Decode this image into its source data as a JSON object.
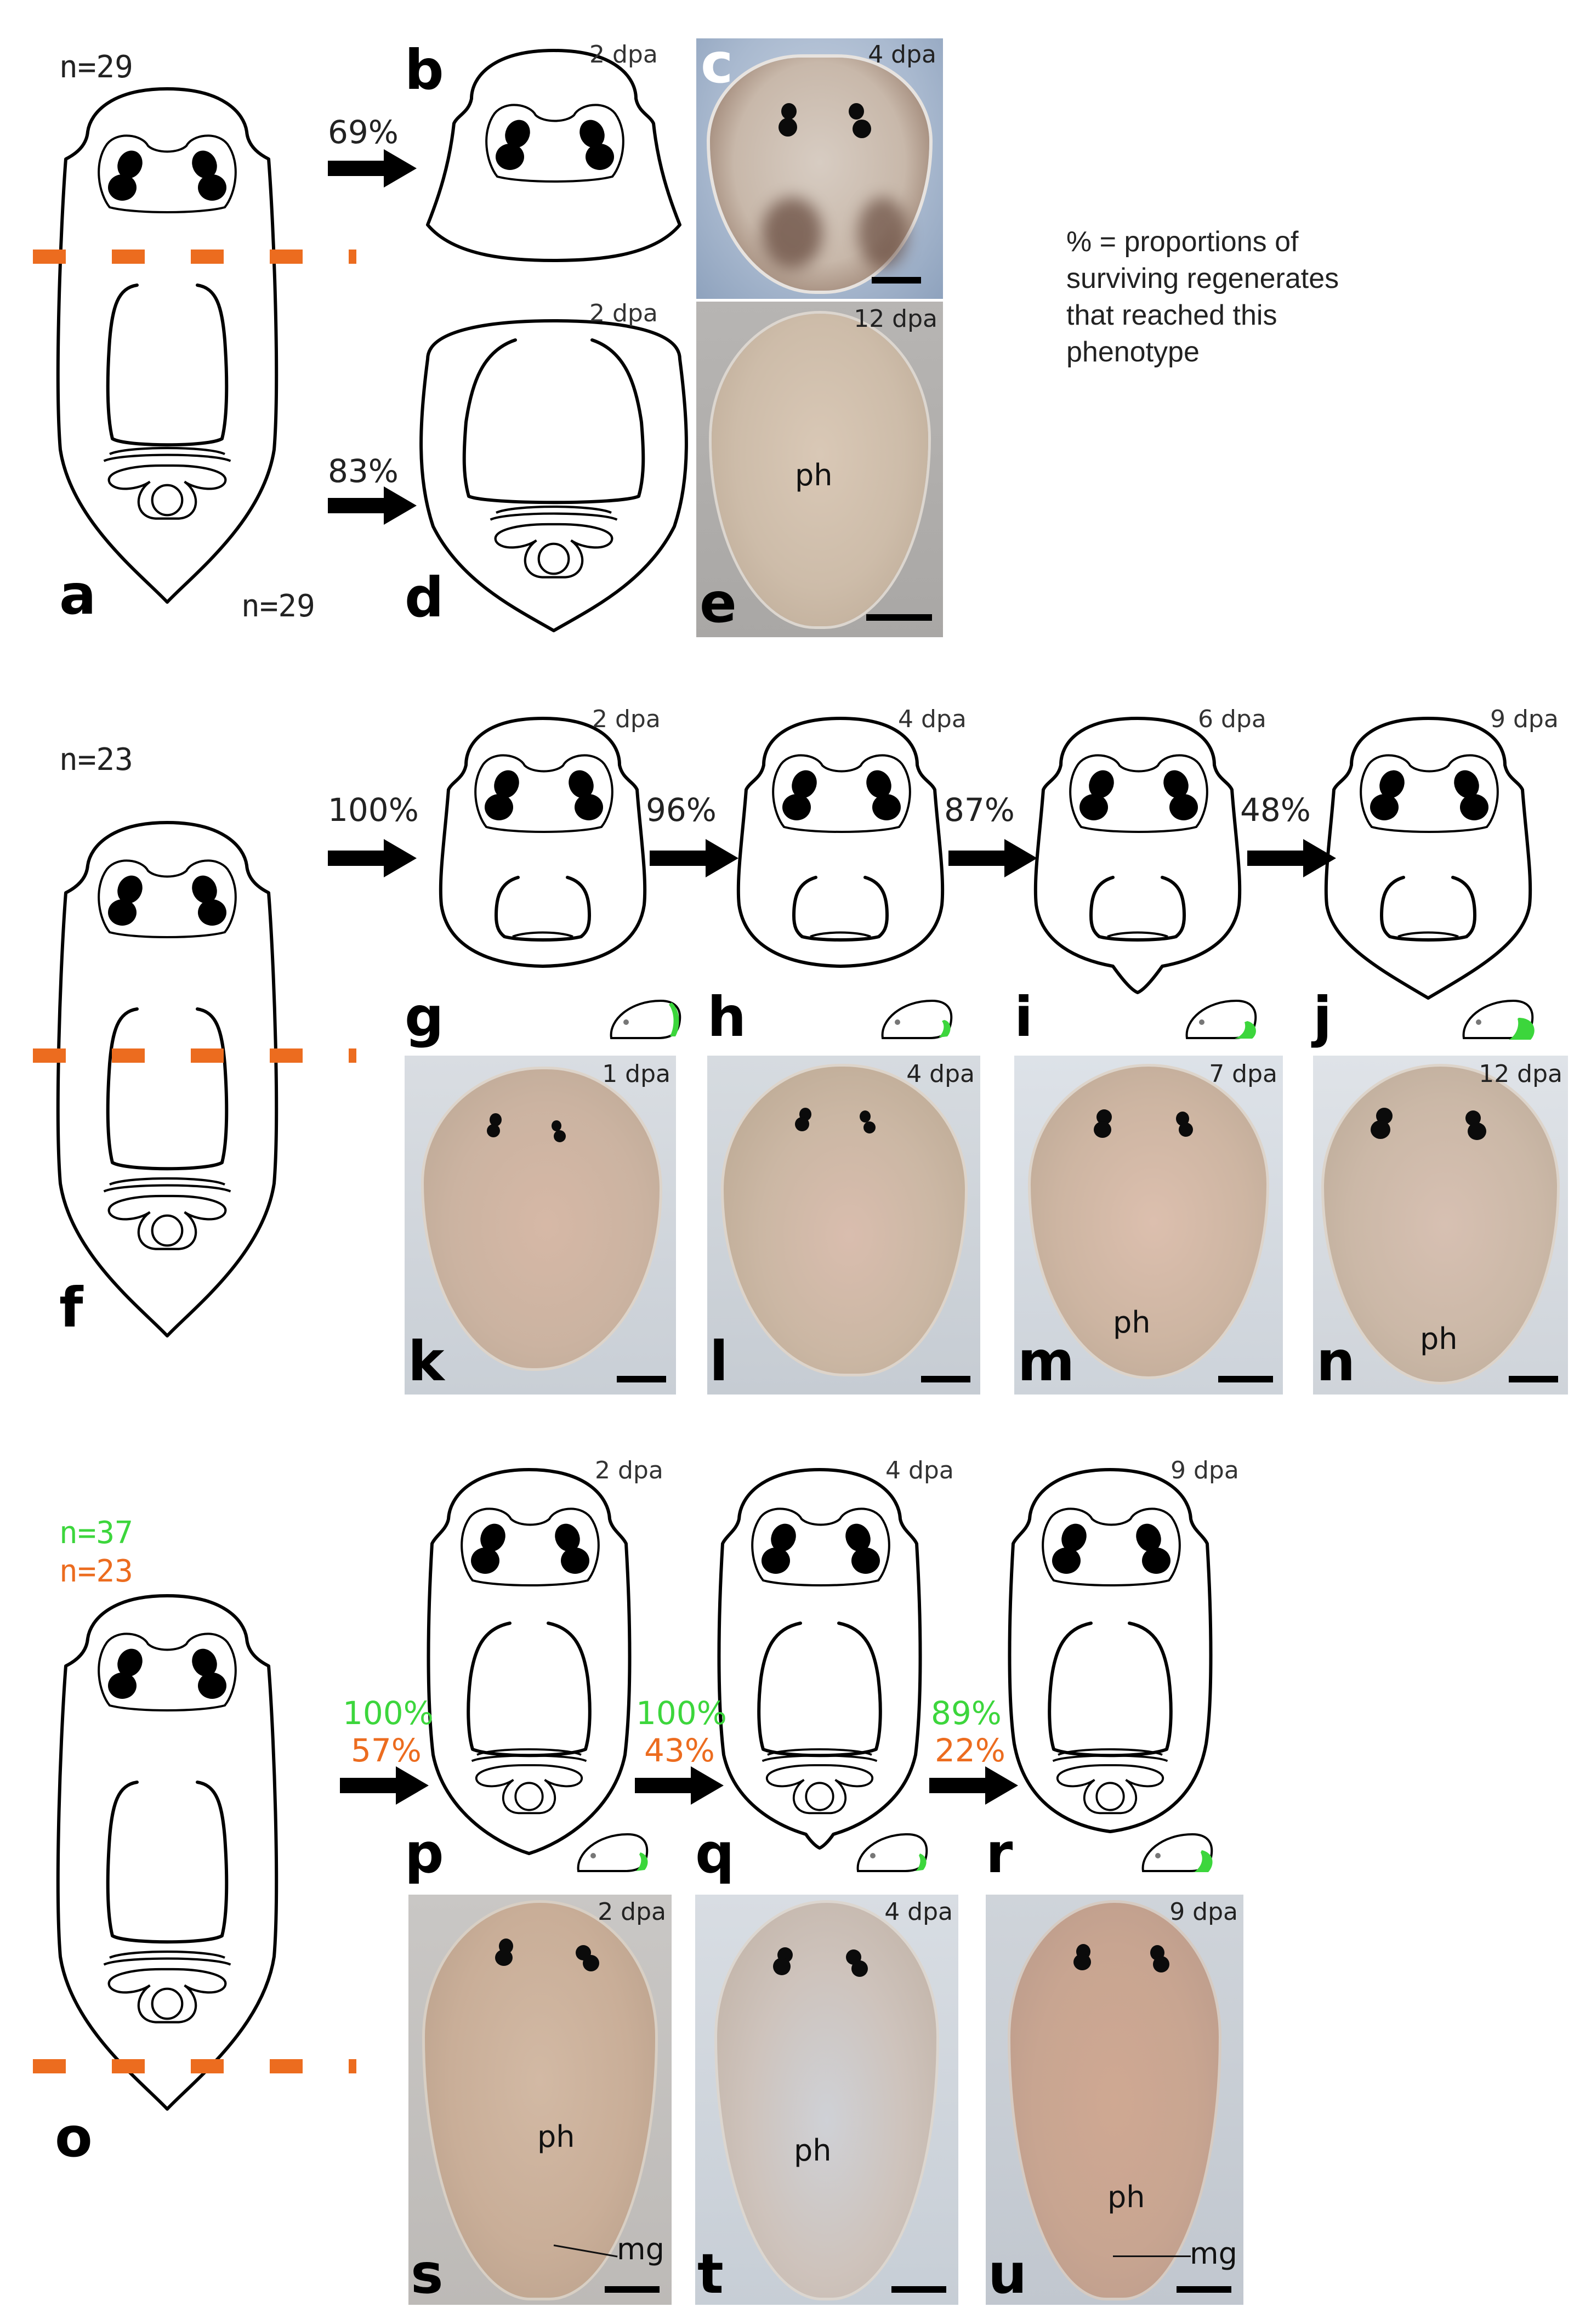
{
  "colors": {
    "orange": "#ec6c1f",
    "green": "#3cd63c",
    "black": "#000000"
  },
  "legend": "% = proportions of\nsurviving regenerates\nthat reached this\nphenotype",
  "row1": {
    "n_top": "n=29",
    "n_bottom": "n=29",
    "pct_b": "69%",
    "pct_d": "83%",
    "letters": {
      "a": "a",
      "b": "b",
      "c": "c",
      "d": "d",
      "e": "e"
    },
    "dpa_b": "2 dpa",
    "dpa_c": "4 dpa",
    "dpa_d": "2 dpa",
    "dpa_e": "12 dpa",
    "ph_e": "ph"
  },
  "row2": {
    "n": "n=23",
    "pct": [
      "100%",
      "96%",
      "87%",
      "48%"
    ],
    "dpa_drawings": [
      "2 dpa",
      "4 dpa",
      "6 dpa",
      "9 dpa"
    ],
    "letters": {
      "f": "f",
      "g": "g",
      "h": "h",
      "i": "i",
      "j": "j",
      "k": "k",
      "l": "l",
      "m": "m",
      "n": "n"
    },
    "dpa_photos": [
      "1 dpa",
      "4 dpa",
      "7 dpa",
      "12 dpa"
    ],
    "ph_m": "ph",
    "ph_n": "ph"
  },
  "row3": {
    "n_green": "n=37",
    "n_orange": "n=23",
    "pct_green": [
      "100%",
      "100%",
      "89%"
    ],
    "pct_orange": [
      "57%",
      "43%",
      "22%"
    ],
    "dpa_drawings": [
      "2 dpa",
      "4 dpa",
      "9 dpa"
    ],
    "letters": {
      "o": "o",
      "p": "p",
      "q": "q",
      "r": "r",
      "s": "s",
      "t": "t",
      "u": "u"
    },
    "dpa_photos": [
      "2 dpa",
      "4 dpa",
      "9 dpa"
    ],
    "ph_s": "ph",
    "ph_t": "ph",
    "ph_u": "ph",
    "mg_s": "mg",
    "mg_u": "mg"
  }
}
